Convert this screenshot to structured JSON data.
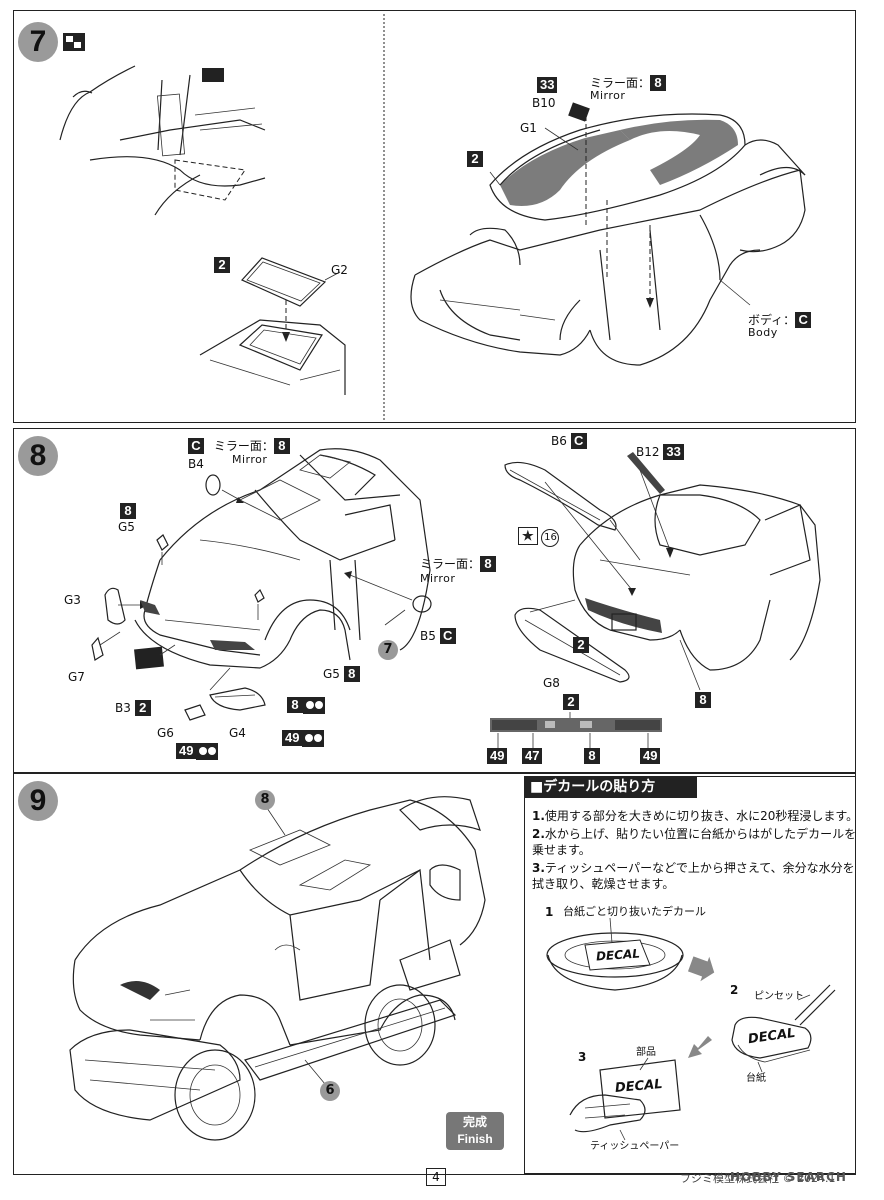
{
  "step7": {
    "number": "7",
    "G2_label": "G2",
    "G2_color": "2",
    "B10_label": "B10",
    "B10_color": "33",
    "mirror_jp": "ミラー面：",
    "mirror_num": "8",
    "mirror_en": "Mirror",
    "G1_label": "G1",
    "window_color": "2",
    "body_jp": "ボディ：",
    "body_code": "C",
    "body_en": "Body"
  },
  "step8": {
    "number": "8",
    "B4_code": "C",
    "mirror_jp": "ミラー面：",
    "mirror_num": "8",
    "B4_label": "B4",
    "mirror_en": "Mirror",
    "G5_color": "8",
    "G5_label": "G5",
    "G3_label": "G3",
    "G7_label": "G7",
    "B3_label": "B3",
    "B3_color": "2",
    "G6_label": "G6",
    "G6_color": "49",
    "G4_label": "G4",
    "G4_color_a": "8",
    "G4_color_b": "49",
    "G5b_label": "G5",
    "G5b_color": "8",
    "body_color": "7",
    "mirror2_jp": "ミラー面：",
    "mirror2_num": "8",
    "mirror2_en": "Mirror",
    "B5_label": "B5",
    "B5_code": "C",
    "B6_label": "B6",
    "B6_code": "C",
    "B6_paint": "16",
    "B12_label": "B12",
    "B12_color": "33",
    "G8_label": "G8",
    "G8_color": "2",
    "tail_color": "8",
    "bar_top": "2",
    "bar_colors": [
      "49",
      "47",
      "8",
      "49"
    ]
  },
  "step9": {
    "number": "9",
    "callout_top": "8",
    "callout_bottom": "6",
    "finish_jp": "完成",
    "finish_en": "Finish"
  },
  "decal": {
    "title": "■デカールの貼り方",
    "steps": [
      {
        "num": "1.",
        "text": "使用する部分を大きめに切り抜き、水に20秒程浸します。"
      },
      {
        "num": "2.",
        "text": "水から上げ、貼りたい位置に台紙からはがしたデカールを乗せます。"
      },
      {
        "num": "3.",
        "text": "ティッシュペーパーなどで上から押さえて、余分な水分を拭き取り、乾燥させます。"
      }
    ],
    "fig1_num": "1",
    "fig1_caption": "台紙ごと切り抜いたデカール",
    "fig2_num": "2",
    "fig2_tweezers": "ピンセット",
    "fig2_backing": "台紙",
    "fig3_num": "3",
    "fig3_part": "部品",
    "fig3_tissue": "ティッシュペーパー",
    "decal_word": "DECAL"
  },
  "footer": {
    "page": "4",
    "maker": "フジミ模型株式会社 © 2024.1",
    "watermark": "HOBBY SEARCH"
  }
}
